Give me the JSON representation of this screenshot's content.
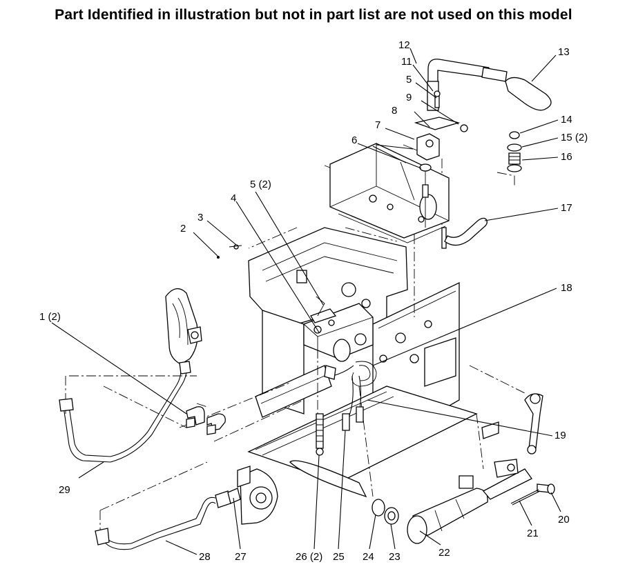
{
  "header": {
    "text": "Part Identified in illustration but not in part list are not used on this model"
  },
  "callouts": [
    {
      "id": "c1",
      "label": "1 (2)"
    },
    {
      "id": "c2",
      "label": "2"
    },
    {
      "id": "c3",
      "label": "3"
    },
    {
      "id": "c4",
      "label": "4"
    },
    {
      "id": "c5a",
      "label": "5 (2)"
    },
    {
      "id": "c5b",
      "label": "5"
    },
    {
      "id": "c6",
      "label": "6"
    },
    {
      "id": "c7",
      "label": "7"
    },
    {
      "id": "c8",
      "label": "8"
    },
    {
      "id": "c9",
      "label": "9"
    },
    {
      "id": "c11",
      "label": "11"
    },
    {
      "id": "c12",
      "label": "12"
    },
    {
      "id": "c13",
      "label": "13"
    },
    {
      "id": "c14",
      "label": "14"
    },
    {
      "id": "c15",
      "label": "15 (2)"
    },
    {
      "id": "c16",
      "label": "16"
    },
    {
      "id": "c17",
      "label": "17"
    },
    {
      "id": "c18",
      "label": "18"
    },
    {
      "id": "c19",
      "label": "19"
    },
    {
      "id": "c20",
      "label": "20"
    },
    {
      "id": "c21",
      "label": "21"
    },
    {
      "id": "c22",
      "label": "22"
    },
    {
      "id": "c23",
      "label": "23"
    },
    {
      "id": "c24",
      "label": "24"
    },
    {
      "id": "c25",
      "label": "25"
    },
    {
      "id": "c26",
      "label": "26 (2)"
    },
    {
      "id": "c27",
      "label": "27"
    },
    {
      "id": "c28",
      "label": "28"
    },
    {
      "id": "c29",
      "label": "29"
    }
  ]
}
